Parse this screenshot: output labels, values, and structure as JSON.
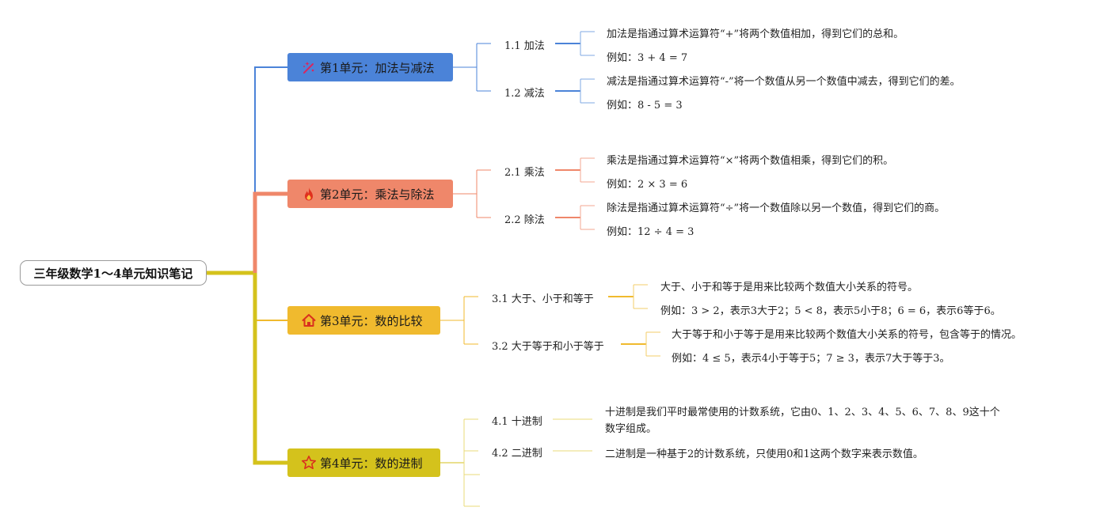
{
  "root": "三年级数学1～4单元知识笔记",
  "units": [
    {
      "title": "第1单元：加法与减法",
      "icon": "magic-wand-icon",
      "color": "#4b83d8",
      "subs": [
        {
          "label": "1.1 加法",
          "leaves": [
            "加法是指通过算术运算符“+”将两个数值相加，得到它们的总和。",
            "例如：3 + 4 = 7"
          ]
        },
        {
          "label": "1.2 减法",
          "leaves": [
            "减法是指通过算术运算符“-”将一个数值从另一个数值中减去，得到它们的差。",
            "例如：8 - 5 = 3"
          ]
        }
      ]
    },
    {
      "title": "第2单元：乘法与除法",
      "icon": "fire-icon",
      "color": "#ef876a",
      "subs": [
        {
          "label": "2.1 乘法",
          "leaves": [
            "乘法是指通过算术运算符“×”将两个数值相乘，得到它们的积。",
            "例如：2 × 3 = 6"
          ]
        },
        {
          "label": "2.2 除法",
          "leaves": [
            "除法是指通过算术运算符“÷”将一个数值除以另一个数值，得到它们的商。",
            "例如：12 ÷ 4 = 3"
          ]
        }
      ]
    },
    {
      "title": "第3单元：数的比较",
      "icon": "house-icon",
      "color": "#f0ba2e",
      "subs": [
        {
          "label": "3.1 大于、小于和等于",
          "leaves": [
            "大于、小于和等于是用来比较两个数值大小关系的符号。",
            "例如：3 > 2，表示3大于2；5 < 8，表示5小于8；6 = 6，表示6等于6。"
          ]
        },
        {
          "label": "3.2 大于等于和小于等于",
          "leaves": [
            "大于等于和小于等于是用来比较两个数值大小关系的符号，包含等于的情况。",
            "例如：4 ≤ 5，表示4小于等于5；7 ≥ 3，表示7大于等于3。"
          ]
        }
      ]
    },
    {
      "title": "第4单元：数的进制",
      "icon": "star-icon",
      "color": "#d4c21c",
      "subs": [
        {
          "label": "4.1 十进制",
          "leaves": [
            "十进制是我们平时最常使用的计数系统，它由0、1、2、3、4、5、6、7、8、9这十个数字组成。"
          ]
        },
        {
          "label": "4.2 二进制",
          "leaves": [
            "二进制是一种基于2的计数系统，只使用0和1这两个数字来表示数值。"
          ]
        }
      ]
    }
  ]
}
